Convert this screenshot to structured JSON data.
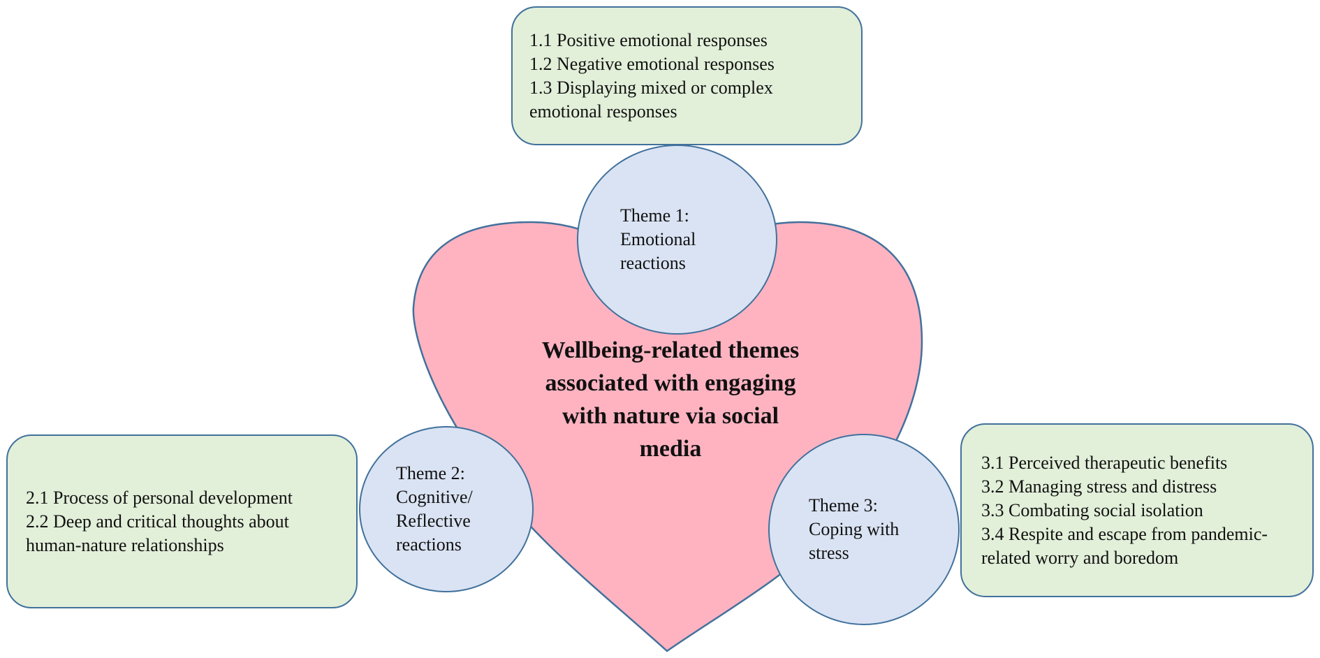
{
  "diagram": {
    "title": "Wellbeing-related themes associated with engaging with nature via social media",
    "themes": [
      {
        "label": "Theme 1: Emotional reactions",
        "label_lines": [
          "Theme 1:",
          "Emotional",
          "reactions"
        ],
        "subthemes": [
          "1.1 Positive emotional responses",
          "1.2 Negative emotional responses",
          "1.3 Displaying mixed or complex",
          "emotional responses"
        ]
      },
      {
        "label": "Theme 2: Cognitive/Reflective reactions",
        "label_lines": [
          "Theme 2:",
          "Cognitive/",
          "Reflective",
          "reactions"
        ],
        "subthemes": [
          "2.1 Process of personal development",
          "2.2 Deep and critical thoughts about",
          "human-nature relationships"
        ]
      },
      {
        "label": "Theme 3: Coping with stress",
        "label_lines": [
          "Theme 3:",
          "Coping with",
          "stress"
        ],
        "subthemes": [
          "3.1 Perceived therapeutic benefits",
          "3.2 Managing stress and distress",
          "3.3 Combating social isolation",
          "3.4 Respite and escape from pandemic-",
          "related worry and boredom"
        ]
      }
    ],
    "title_lines": [
      "Wellbeing-related themes",
      "associated with engaging",
      "with nature via social",
      "media"
    ]
  },
  "colors": {
    "heart_fill": "#ffb3c1",
    "circle_fill": "#dae3f3",
    "box_fill": "#e2efd9",
    "stroke": "#41719c"
  }
}
